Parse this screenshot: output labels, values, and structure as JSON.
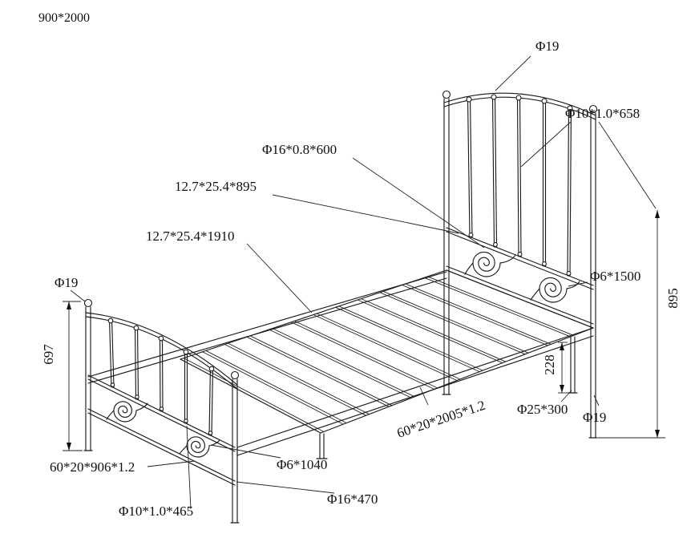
{
  "annotations": {
    "bed_size": "900*2000",
    "knob_top": "Φ19",
    "headboard_bar": "Φ10*1.0*658",
    "headboard_scroll_frame": "Φ16*0.8*600",
    "headboard_flat_bar": "12.7*25.4*895",
    "slat_flat_bar": "12.7*25.4*1910",
    "footboard_knob": "Φ19",
    "headboard_scroll_wire": "Φ6*1500",
    "side_rail": "60*20*2005*1.2",
    "center_leg": "Φ25*300",
    "headboard_leg": "Φ19",
    "footboard_bottom_rail": "60*20*906*1.2",
    "footboard_bar": "Φ10*1.0*465",
    "footboard_scroll_wire": "Φ6*1040",
    "footboard_frame_tube": "Φ16*470"
  },
  "dimensions": {
    "headboard_height": "895",
    "leg_height": "228",
    "footboard_height": "697"
  }
}
